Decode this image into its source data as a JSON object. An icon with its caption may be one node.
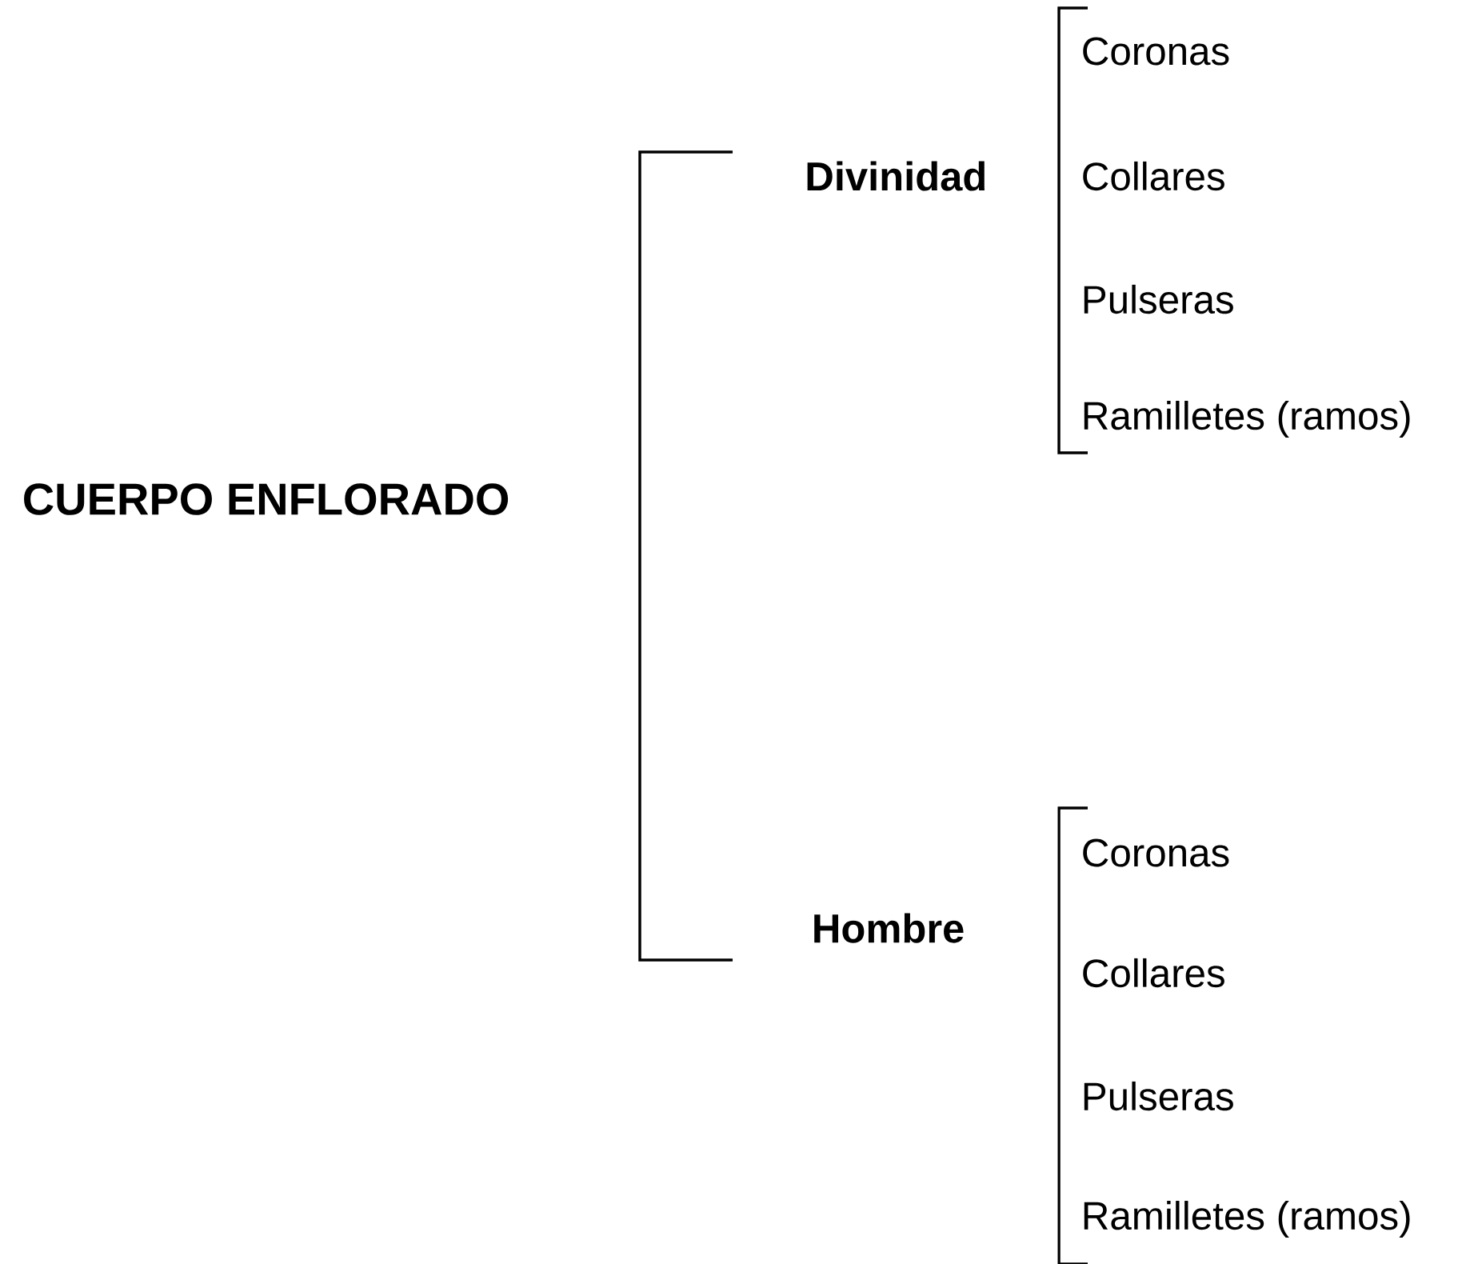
{
  "diagram": {
    "nodes": [
      {
        "text": [
          "CUERPO ENFLORADO"
        ]
      },
      {
        "text": [
          "Divinidad"
        ]
      },
      {
        "text": [
          "Hombre"
        ]
      },
      {
        "text": [
          "Coronas"
        ]
      },
      {
        "text": [
          "Collares"
        ]
      },
      {
        "text": [
          "Pulseras"
        ]
      },
      {
        "text": [
          "Ramilletes (ramos)"
        ]
      },
      {
        "text": [
          "Coronas"
        ]
      },
      {
        "text": [
          "Collares"
        ]
      },
      {
        "text": [
          "Pulseras"
        ]
      },
      {
        "text": [
          "Ramilletes (ramos)"
        ]
      }
    ]
  }
}
